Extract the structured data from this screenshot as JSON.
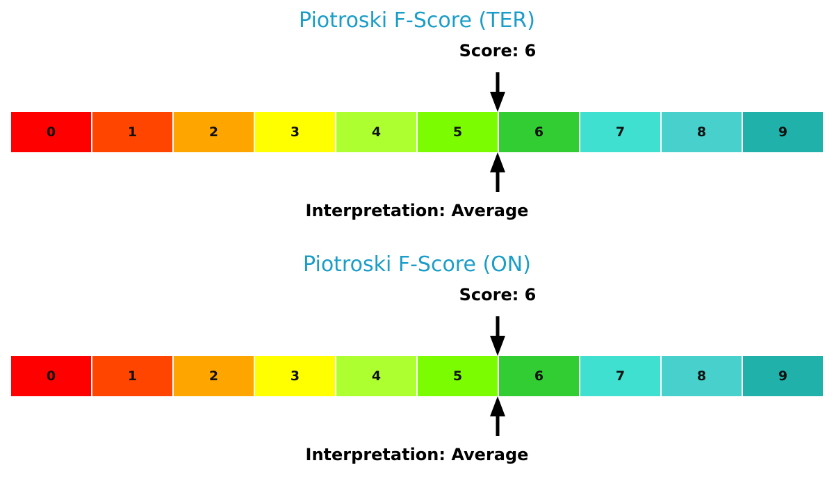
{
  "chart_data": [
    {
      "type": "gauge",
      "title": "Piotroski F-Score (TER)",
      "score_label": "Score: 6",
      "score": 6,
      "interpretation_label": "Interpretation: Average",
      "interpretation": "Average",
      "categories": [
        "0",
        "1",
        "2",
        "3",
        "4",
        "5",
        "6",
        "7",
        "8",
        "9"
      ],
      "colors": [
        "#ff0000",
        "#ff4500",
        "#ffa500",
        "#ffff00",
        "#adff2f",
        "#7cfc00",
        "#32cd32",
        "#40e0d0",
        "#48d1cc",
        "#20b2aa"
      ],
      "range": [
        0,
        9
      ]
    },
    {
      "type": "gauge",
      "title": "Piotroski F-Score (ON)",
      "score_label": "Score: 6",
      "score": 6,
      "interpretation_label": "Interpretation: Average",
      "interpretation": "Average",
      "categories": [
        "0",
        "1",
        "2",
        "3",
        "4",
        "5",
        "6",
        "7",
        "8",
        "9"
      ],
      "colors": [
        "#ff0000",
        "#ff4500",
        "#ffa500",
        "#ffff00",
        "#adff2f",
        "#7cfc00",
        "#32cd32",
        "#40e0d0",
        "#48d1cc",
        "#20b2aa"
      ],
      "range": [
        0,
        9
      ]
    }
  ],
  "style": {
    "title_color": "#1a9dc8",
    "arrow_color": "#000000"
  }
}
